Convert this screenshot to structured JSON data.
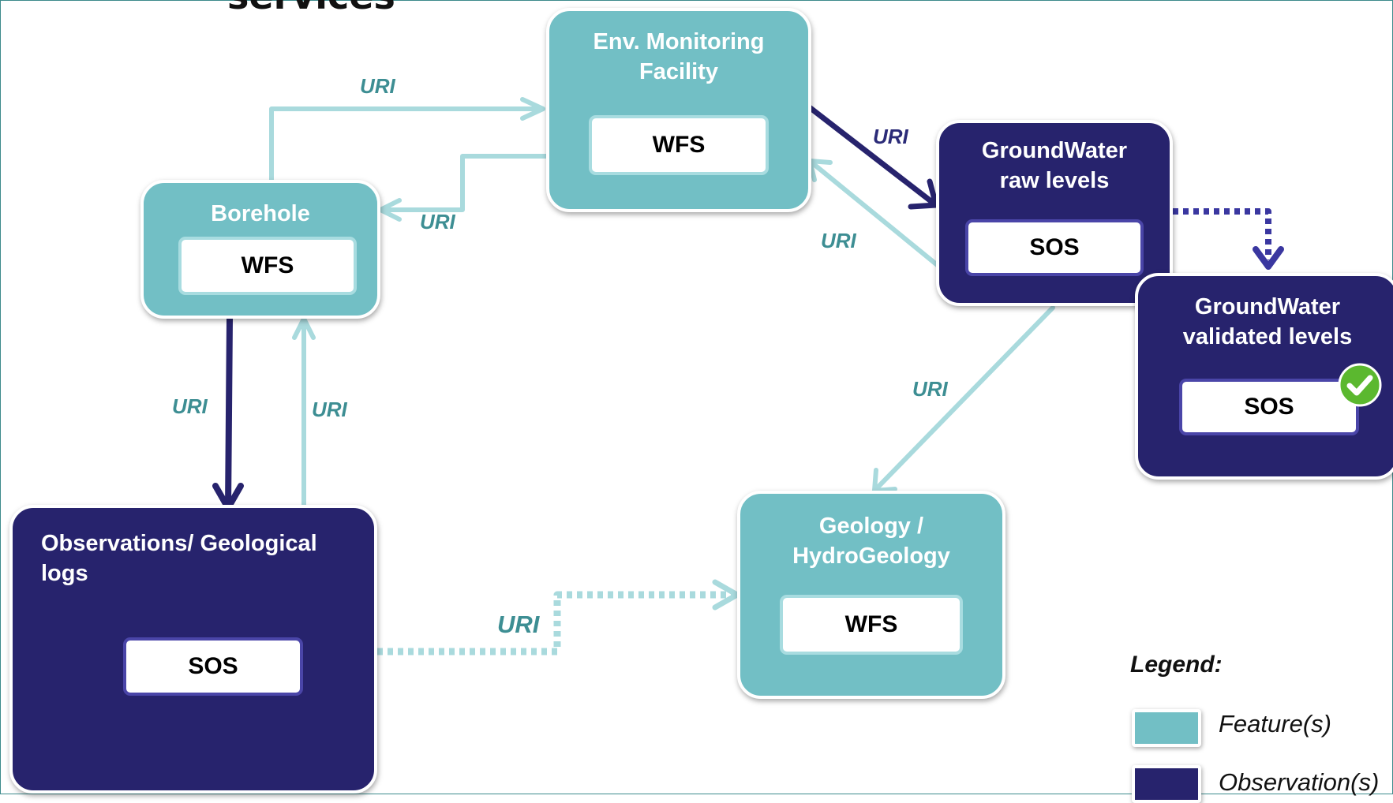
{
  "title": "services",
  "nodes": {
    "env_monitoring": {
      "label": "Env. Monitoring Facility",
      "service": "WFS"
    },
    "borehole": {
      "label": "Borehole",
      "service": "WFS"
    },
    "gw_raw": {
      "label": "GroundWater raw levels",
      "service": "SOS"
    },
    "gw_validated": {
      "label": "GroundWater validated levels",
      "service": "SOS"
    },
    "observations": {
      "label": "Observations/ Geological logs",
      "service": "SOS"
    },
    "geology": {
      "label": "Geology / HydroGeology",
      "service": "WFS"
    }
  },
  "link_label": "URI",
  "legend": {
    "title": "Legend:",
    "items": [
      {
        "label": "Feature(s)",
        "color": "#72bfc5"
      },
      {
        "label": "Observation(s)",
        "color": "#27236d"
      }
    ]
  },
  "colors": {
    "feature": "#72bfc5",
    "observation": "#27236d",
    "light_link": "#a9dadd",
    "dark_link": "#27236d",
    "validated_check": "#5bb82f"
  }
}
